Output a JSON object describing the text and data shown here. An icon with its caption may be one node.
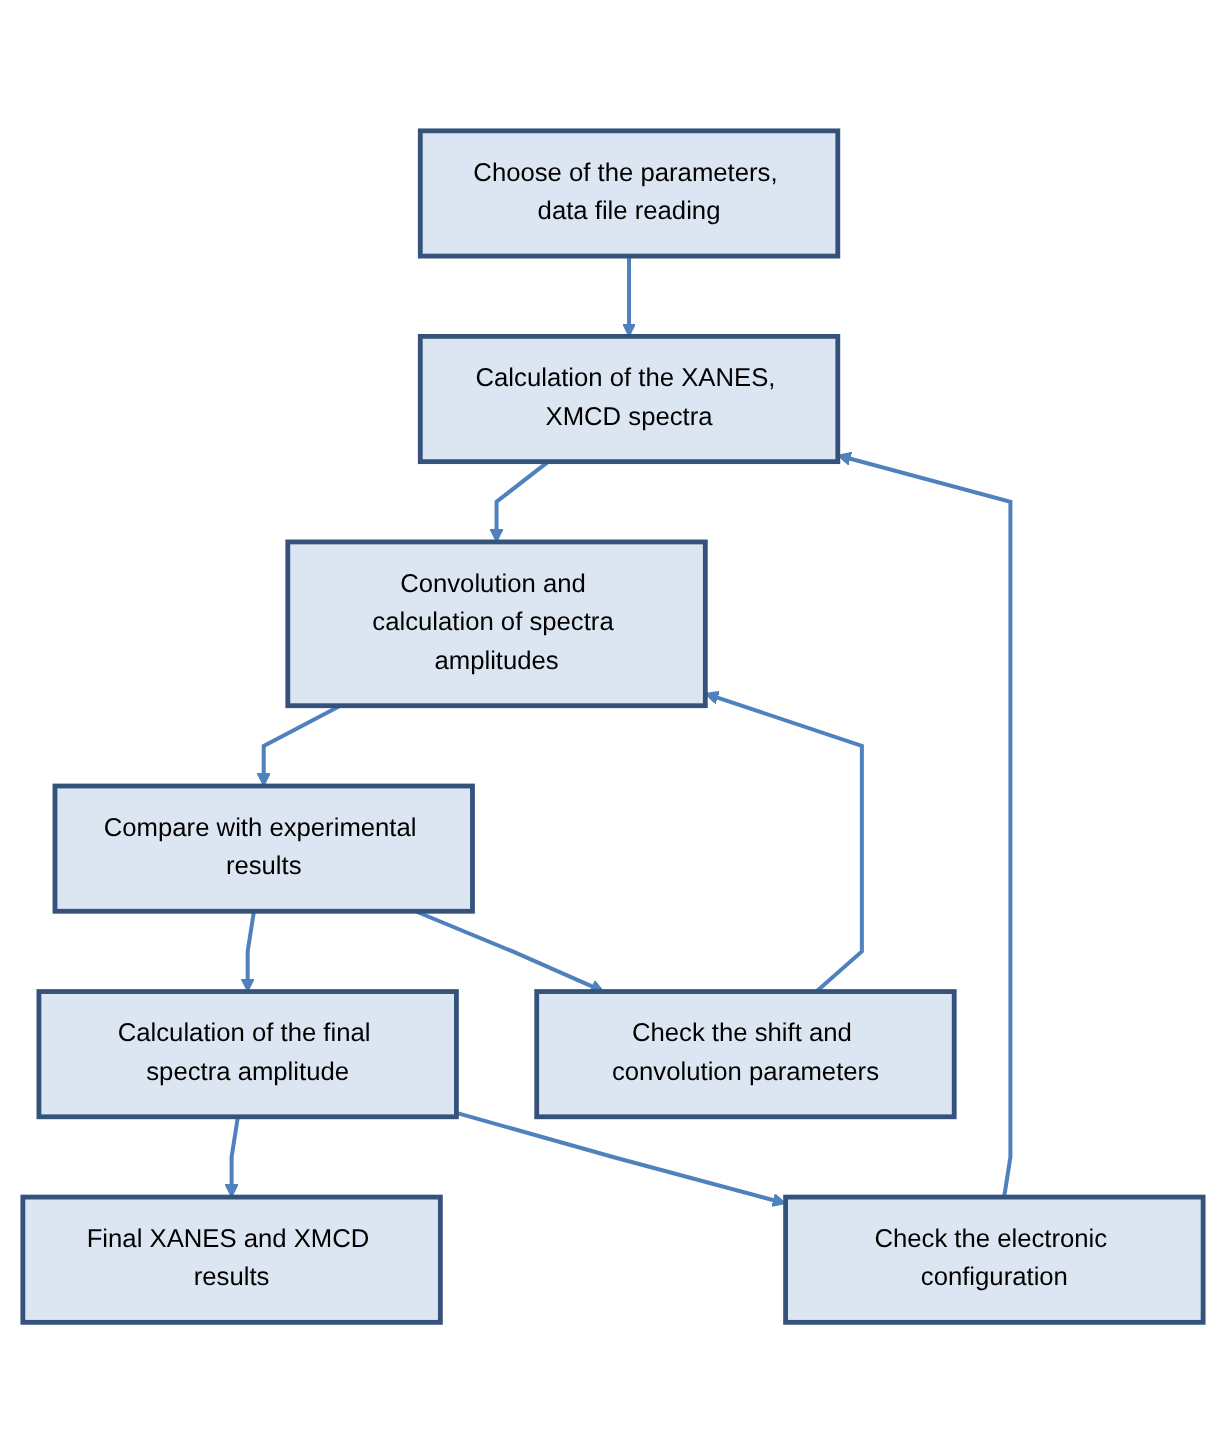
{
  "diagram": {
    "nodes": [
      {
        "text": [
          "Choose of the parameters, data file reading"
        ]
      },
      {
        "text": [
          "Check the electronic configuration"
        ]
      },
      {
        "text": [
          "Calculation of the XANES, XMCD spectra"
        ]
      },
      {
        "text": [
          "Check the shift and convolution parameters"
        ]
      },
      {
        "text": [
          "Convolution and calculation of spectra amplitudes"
        ]
      },
      {
        "text": [
          "Compare with experimental results"
        ]
      },
      {
        "text": [
          "Calculation of the final spectra amplitude"
        ]
      },
      {
        "text": [
          "Final XANES and XMCD results"
        ]
      }
    ],
    "edges": [
      {
        "from": 0,
        "to": 2,
        "arrow": "to"
      },
      {
        "from": 1,
        "to": 2,
        "arrow": "to"
      },
      {
        "from": 2,
        "to": 4,
        "arrow": "to"
      },
      {
        "from": 3,
        "to": 4,
        "arrow": "to"
      },
      {
        "from": 4,
        "to": 5,
        "arrow": "to"
      },
      {
        "from": 5,
        "to": 6,
        "arrow": "to"
      },
      {
        "from": 5,
        "to": 3,
        "arrow": "to"
      },
      {
        "from": 6,
        "to": 7,
        "arrow": "to"
      },
      {
        "from": 6,
        "to": 1,
        "arrow": "to"
      }
    ]
  }
}
